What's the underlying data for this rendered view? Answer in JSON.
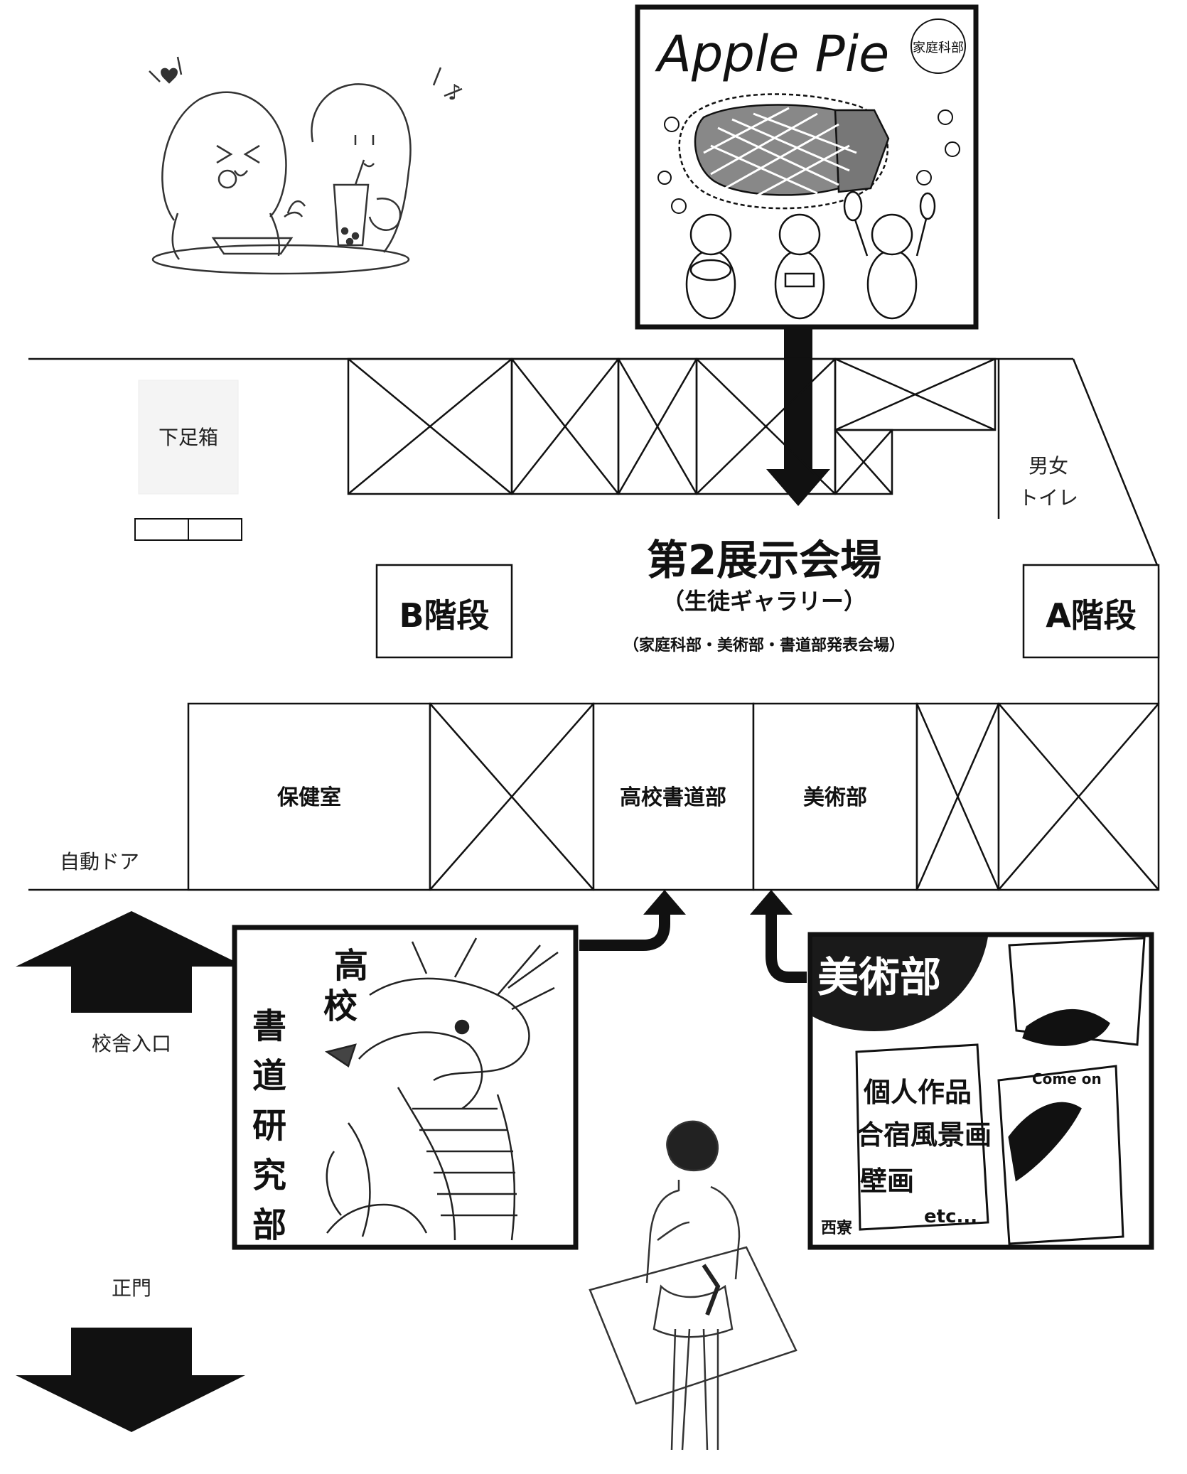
{
  "map": {
    "title": "第2展示会場",
    "subtitle": "（生徒ギャラリー）",
    "note": "（家庭科部・美術部・書道部発表会場）",
    "labels": {
      "shoe_box": "下足箱",
      "stairs_b": "B階段",
      "stairs_a": "A階段",
      "restroom_line1": "男女",
      "restroom_line2": "トイレ",
      "nurse_room": "保健室",
      "calligraphy_room": "高校書道部",
      "art_room": "美術部",
      "auto_door": "自動ドア",
      "entrance": "校舎入口",
      "main_gate": "正門"
    }
  },
  "posters": {
    "applepie": {
      "title": "Apple Pie",
      "badge": "家庭科部"
    },
    "calligraphy": {
      "line1": "高",
      "line2": "校",
      "line3": "書",
      "line4": "道",
      "line5": "研",
      "line6": "究",
      "line7": "部"
    },
    "art": {
      "header": "美術部",
      "tag": "Come on",
      "line1": "個人作品",
      "line2": "合宿風景画",
      "line3": "壁画",
      "line4": "etc...",
      "footer": "西寮"
    }
  },
  "colors": {
    "ink": "#111111",
    "poster_dark": "#1a1a1a",
    "paper": "#ffffff"
  }
}
